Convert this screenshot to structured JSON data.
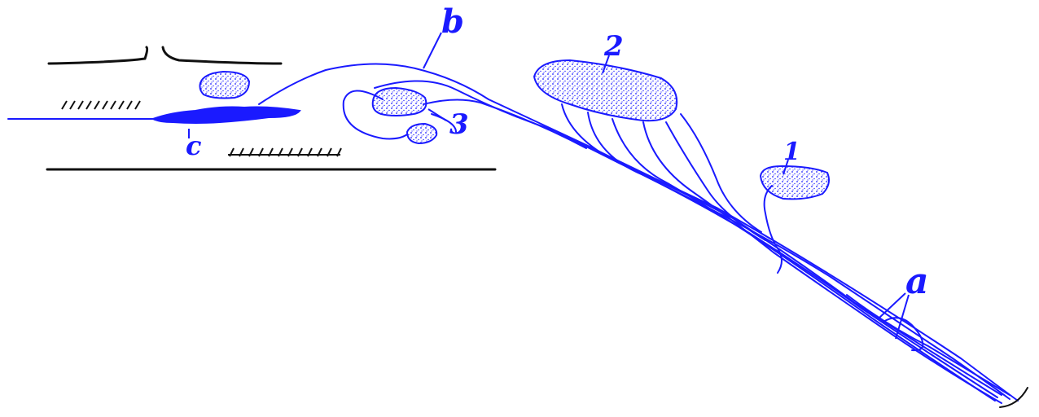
{
  "labels": {
    "a": "a",
    "b": "b",
    "c": "c",
    "n1": "1",
    "n2": "2",
    "n3": "3"
  },
  "colors": {
    "ink": "#1a1aff",
    "outline": "#111111",
    "background": "#ffffff"
  }
}
